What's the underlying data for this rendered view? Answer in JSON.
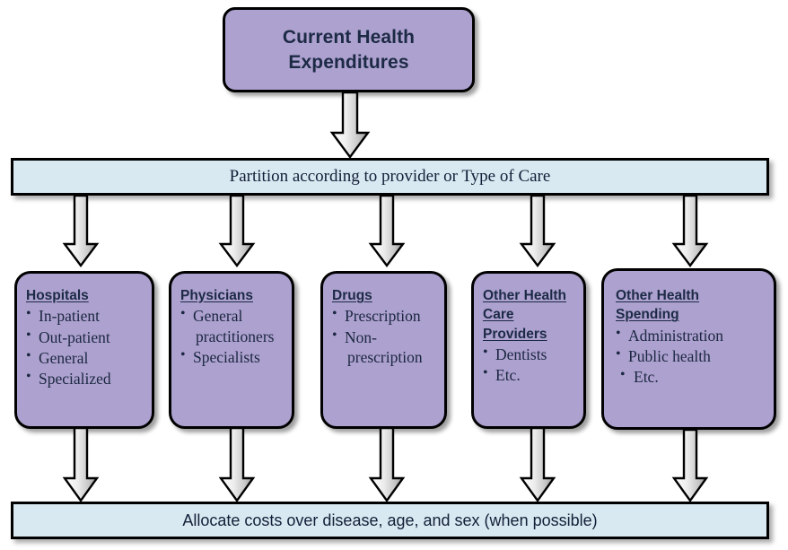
{
  "diagram": {
    "root": {
      "title": "Current Health\nExpenditures",
      "fill": "#ada1cf"
    },
    "bars": [
      {
        "id": "partition-bar",
        "label": "Partition according to provider or Type of Care",
        "fill": "#d8e9f1",
        "font": "serif"
      },
      {
        "id": "allocate-bar",
        "label": "Allocate costs over disease, age, and sex (when possible)",
        "fill": "#d8e9f1",
        "font": "sans"
      }
    ],
    "categories": [
      {
        "id": "hospitals",
        "heading": "Hospitals",
        "items": [
          "In-patient",
          "Out-patient",
          "General",
          "Specialized"
        ]
      },
      {
        "id": "physicians",
        "heading": "Physicians",
        "items": [
          "General",
          "practitioners",
          "Specialists"
        ]
      },
      {
        "id": "drugs",
        "heading": "Drugs",
        "items": [
          "Prescription",
          "Non-",
          "prescription"
        ]
      },
      {
        "id": "other-health-care-providers",
        "heading": "Other Health Care Providers",
        "heading_lines": [
          "Other Health",
          "Care",
          "Providers"
        ],
        "items": [
          "Dentists",
          "Etc."
        ]
      },
      {
        "id": "other-health-spending",
        "heading": "Other Health Spending",
        "heading_lines": [
          "Other Health",
          "Spending"
        ],
        "items": [
          "Administration",
          "Public health",
          "Etc."
        ]
      }
    ],
    "arrow_style": {
      "fill_light": "#f4f4f4",
      "fill_dark": "#9a9a9a",
      "stroke": "#000000",
      "count_top": 1,
      "count_middle": 5,
      "count_bottom": 5
    },
    "colors": {
      "purple": "#ada1cf",
      "light_blue": "#d8e9f1",
      "outline": "#000000",
      "text": "#1c2a45"
    }
  }
}
